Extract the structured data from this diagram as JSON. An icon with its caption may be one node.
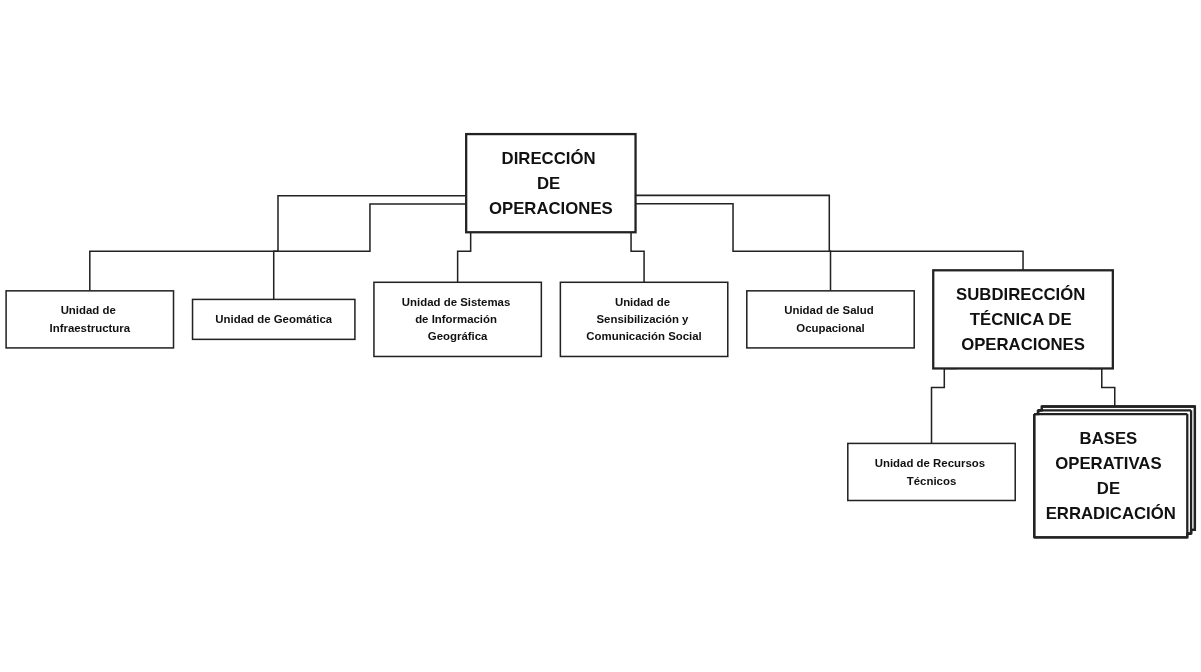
{
  "diagram": {
    "nodes": [
      {
        "text": [
          "DIRECCIÓN DE OPERACIONES"
        ]
      },
      {
        "text": [
          "Unidad de Infraestructura"
        ]
      },
      {
        "text": [
          "Unidad de Geomática"
        ]
      },
      {
        "text": [
          "Unidad de Sistemas de Información Geográfica"
        ]
      },
      {
        "text": [
          "Unidad de Sensibilización y Comunicación Social"
        ]
      },
      {
        "text": [
          "Unidad de Salud Ocupacional"
        ]
      },
      {
        "text": [
          "SUBDIRECCIÓN TÉCNICA DE OPERACIONES"
        ]
      },
      {
        "text": [
          "Unidad de Recursos Técnicos"
        ]
      },
      {
        "text": [
          "BASES OPERATIVAS DE ERRADICACIÓN"
        ]
      }
    ],
    "edges": [
      {
        "from": 0,
        "to": 1,
        "arrow": "none"
      },
      {
        "from": 0,
        "to": 2,
        "arrow": "none"
      },
      {
        "from": 0,
        "to": 3,
        "arrow": "none"
      },
      {
        "from": 0,
        "to": 4,
        "arrow": "none"
      },
      {
        "from": 0,
        "to": 5,
        "arrow": "none"
      },
      {
        "from": 0,
        "to": 6,
        "arrow": "none"
      },
      {
        "from": 6,
        "to": 7,
        "arrow": "none"
      },
      {
        "from": 6,
        "to": 8,
        "arrow": "none"
      }
    ]
  }
}
